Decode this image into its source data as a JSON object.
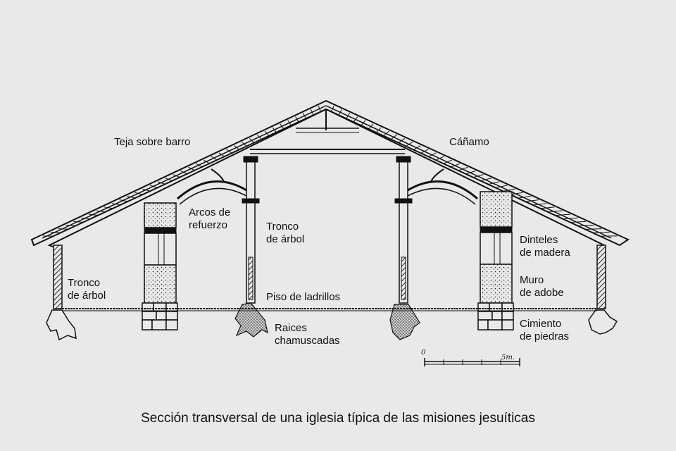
{
  "labels": {
    "teja": "Teja sobre barro",
    "canamo": "Cáñamo",
    "arcos": [
      "Arcos de",
      "refuerzo"
    ],
    "tronco_center": [
      "Tronco",
      "de árbol"
    ],
    "tronco_left": [
      "Tronco",
      "de árbol"
    ],
    "dinteles": [
      "Dinteles",
      "de madera"
    ],
    "muro": [
      "Muro",
      "de adobe"
    ],
    "piso": "Piso de ladrillos",
    "raices": [
      "Raices",
      "chamuscadas"
    ],
    "cimiento": [
      "Cimiento",
      "de piedras"
    ]
  },
  "scale": {
    "start": "0",
    "end": "5m."
  },
  "caption": "Sección transversal de una iglesia típica de las misiones jesuíticas",
  "colors": {
    "background": "#e9e9e9",
    "ink": "#111111"
  }
}
